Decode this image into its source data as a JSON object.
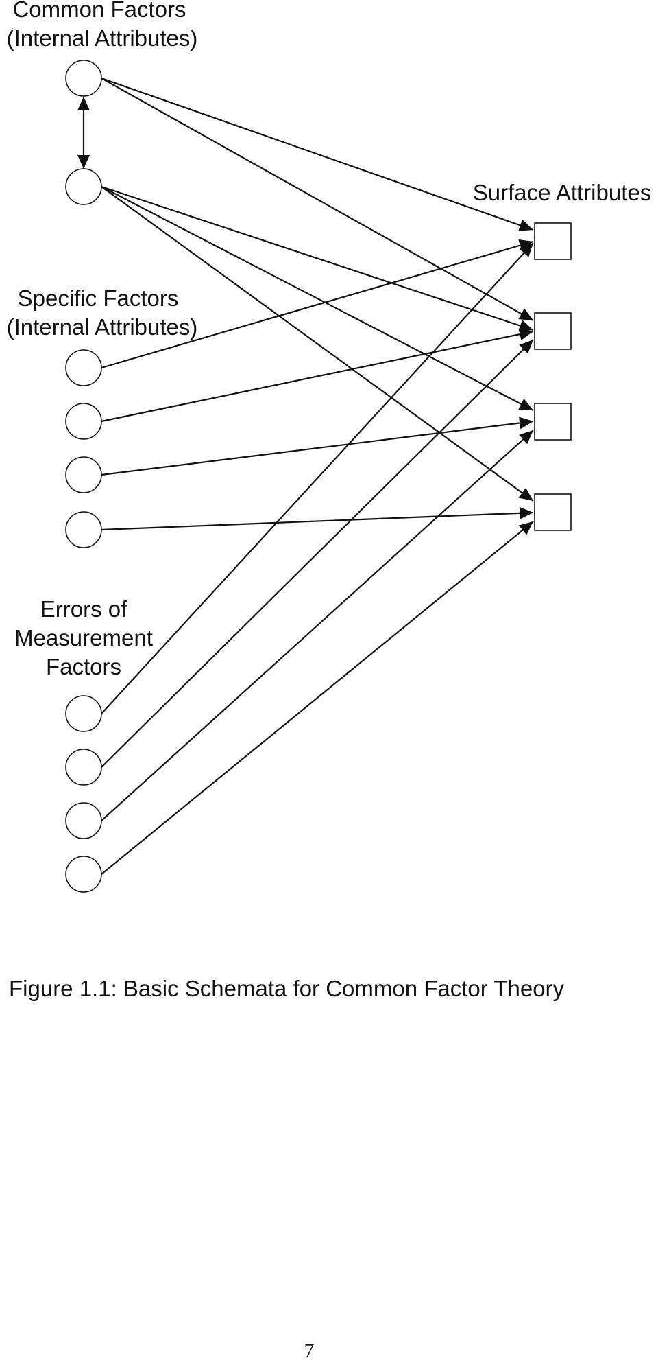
{
  "figure": {
    "labels": {
      "common_factors_line1": "Common Factors",
      "common_factors_line2": "(Internal Attributes)",
      "surface_attributes": "Surface Attributes",
      "specific_factors_line1": "Specific Factors",
      "specific_factors_line2": "(Internal Attributes)",
      "errors_line1": "Errors of",
      "errors_line2": "Measurement",
      "errors_line3": "Factors"
    },
    "caption": "Figure 1.1: Basic Schemata for Common Factor Theory",
    "page_number": "7",
    "colors": {
      "ink": "#111111",
      "background": "#ffffff"
    }
  }
}
